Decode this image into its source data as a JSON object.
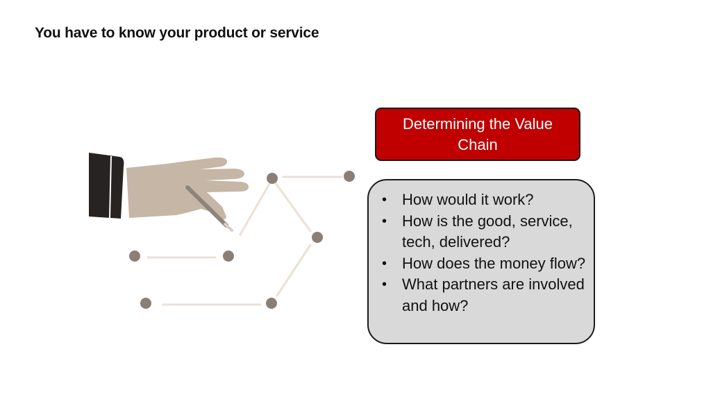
{
  "slide": {
    "title": "You have to know your product or service"
  },
  "value_chain": {
    "heading": "Determining the Value Chain",
    "questions": [
      "How would it work?",
      "How is the good, service, tech, delivered?",
      "How does the money flow?",
      "What partners are involved and how?"
    ]
  },
  "colors": {
    "heading_fill": "#c00000",
    "questions_fill": "#d9d9d9",
    "node": "#8a7f76",
    "connector": "#e8e1d5",
    "hand": "#c5b6a6",
    "sleeve": "#262321"
  },
  "illustration": {
    "icon": "hand-drawing-network-icon"
  }
}
